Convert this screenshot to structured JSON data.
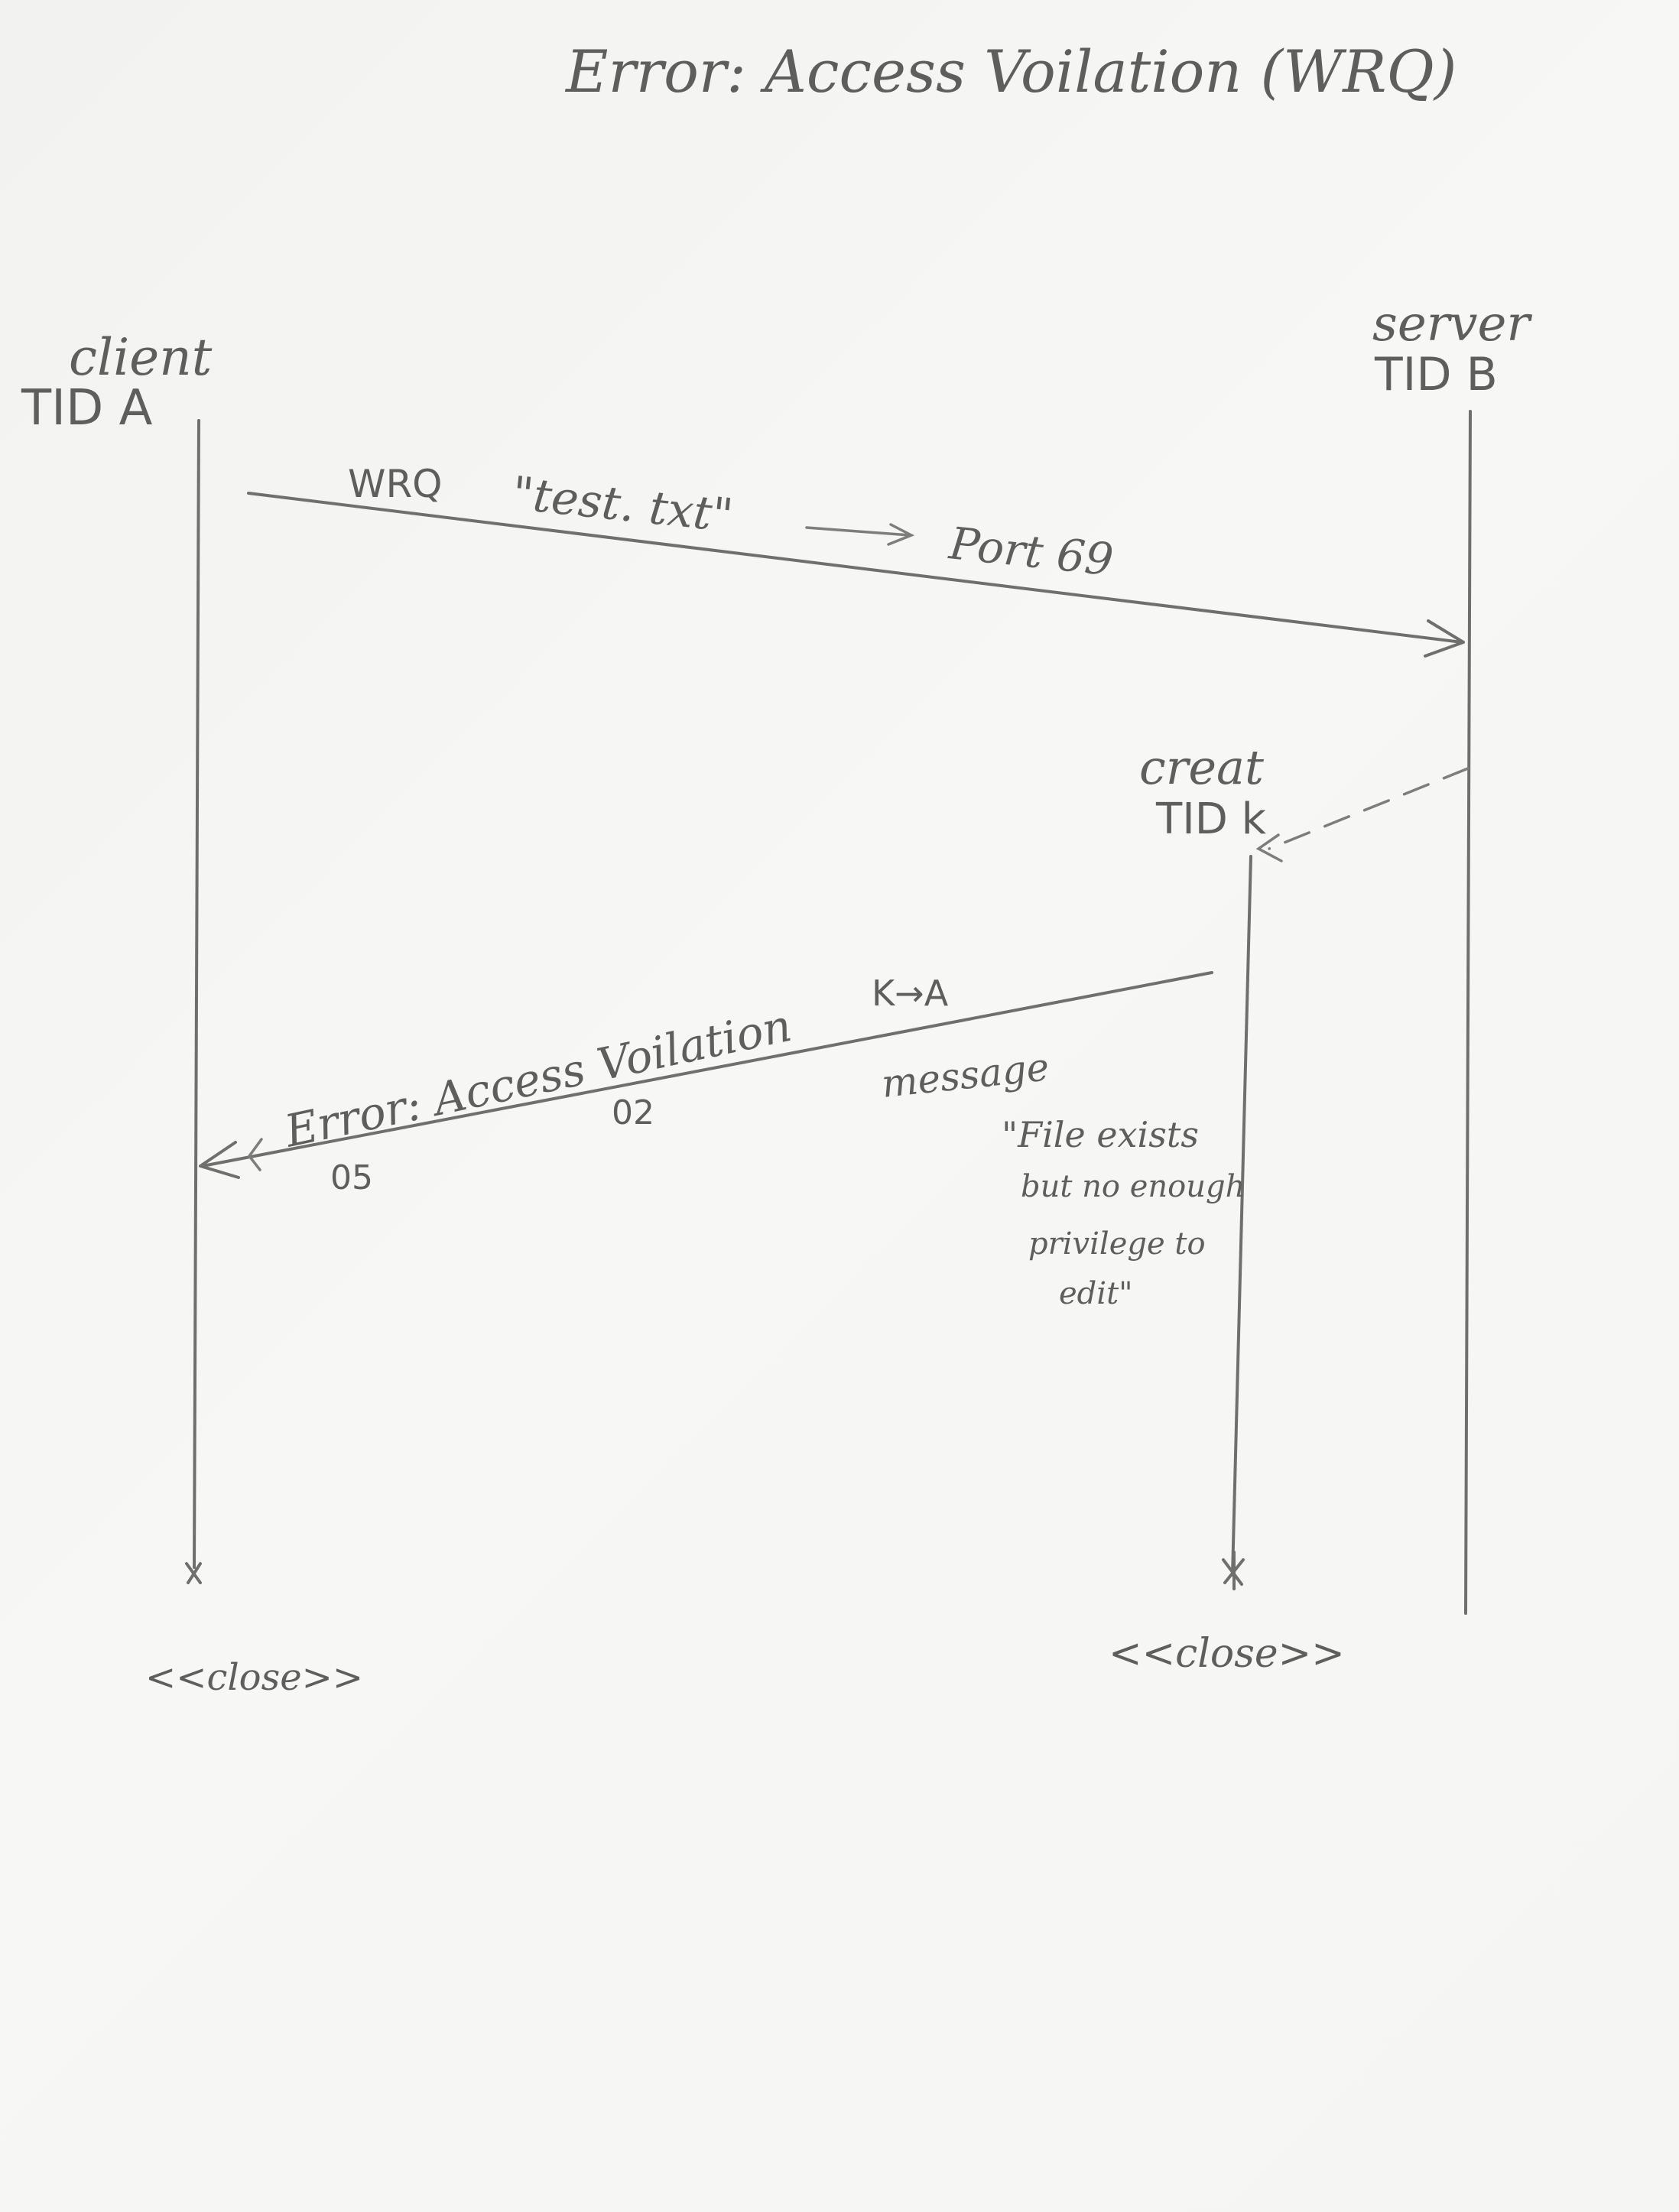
{
  "title": "Error: Access Voilation (WRQ)",
  "participants": {
    "client": {
      "name": "client",
      "tid": "TID A",
      "close": "<<close>>"
    },
    "server": {
      "name": "server",
      "tid": "TID B"
    },
    "server_k": {
      "create": "creat",
      "tid": "TID k",
      "close": "<<close>>"
    }
  },
  "messages": {
    "wrq": {
      "label": "WRQ",
      "filename": "\"test. txt\"",
      "port": "Port 69"
    },
    "error": {
      "label": "Error: Access Voilation",
      "opcode": "05",
      "code": "02",
      "route": "K→A",
      "message_label": "message",
      "message_lines": [
        "\"File exists",
        "but no enough",
        "privilege to",
        "edit\""
      ]
    }
  }
}
